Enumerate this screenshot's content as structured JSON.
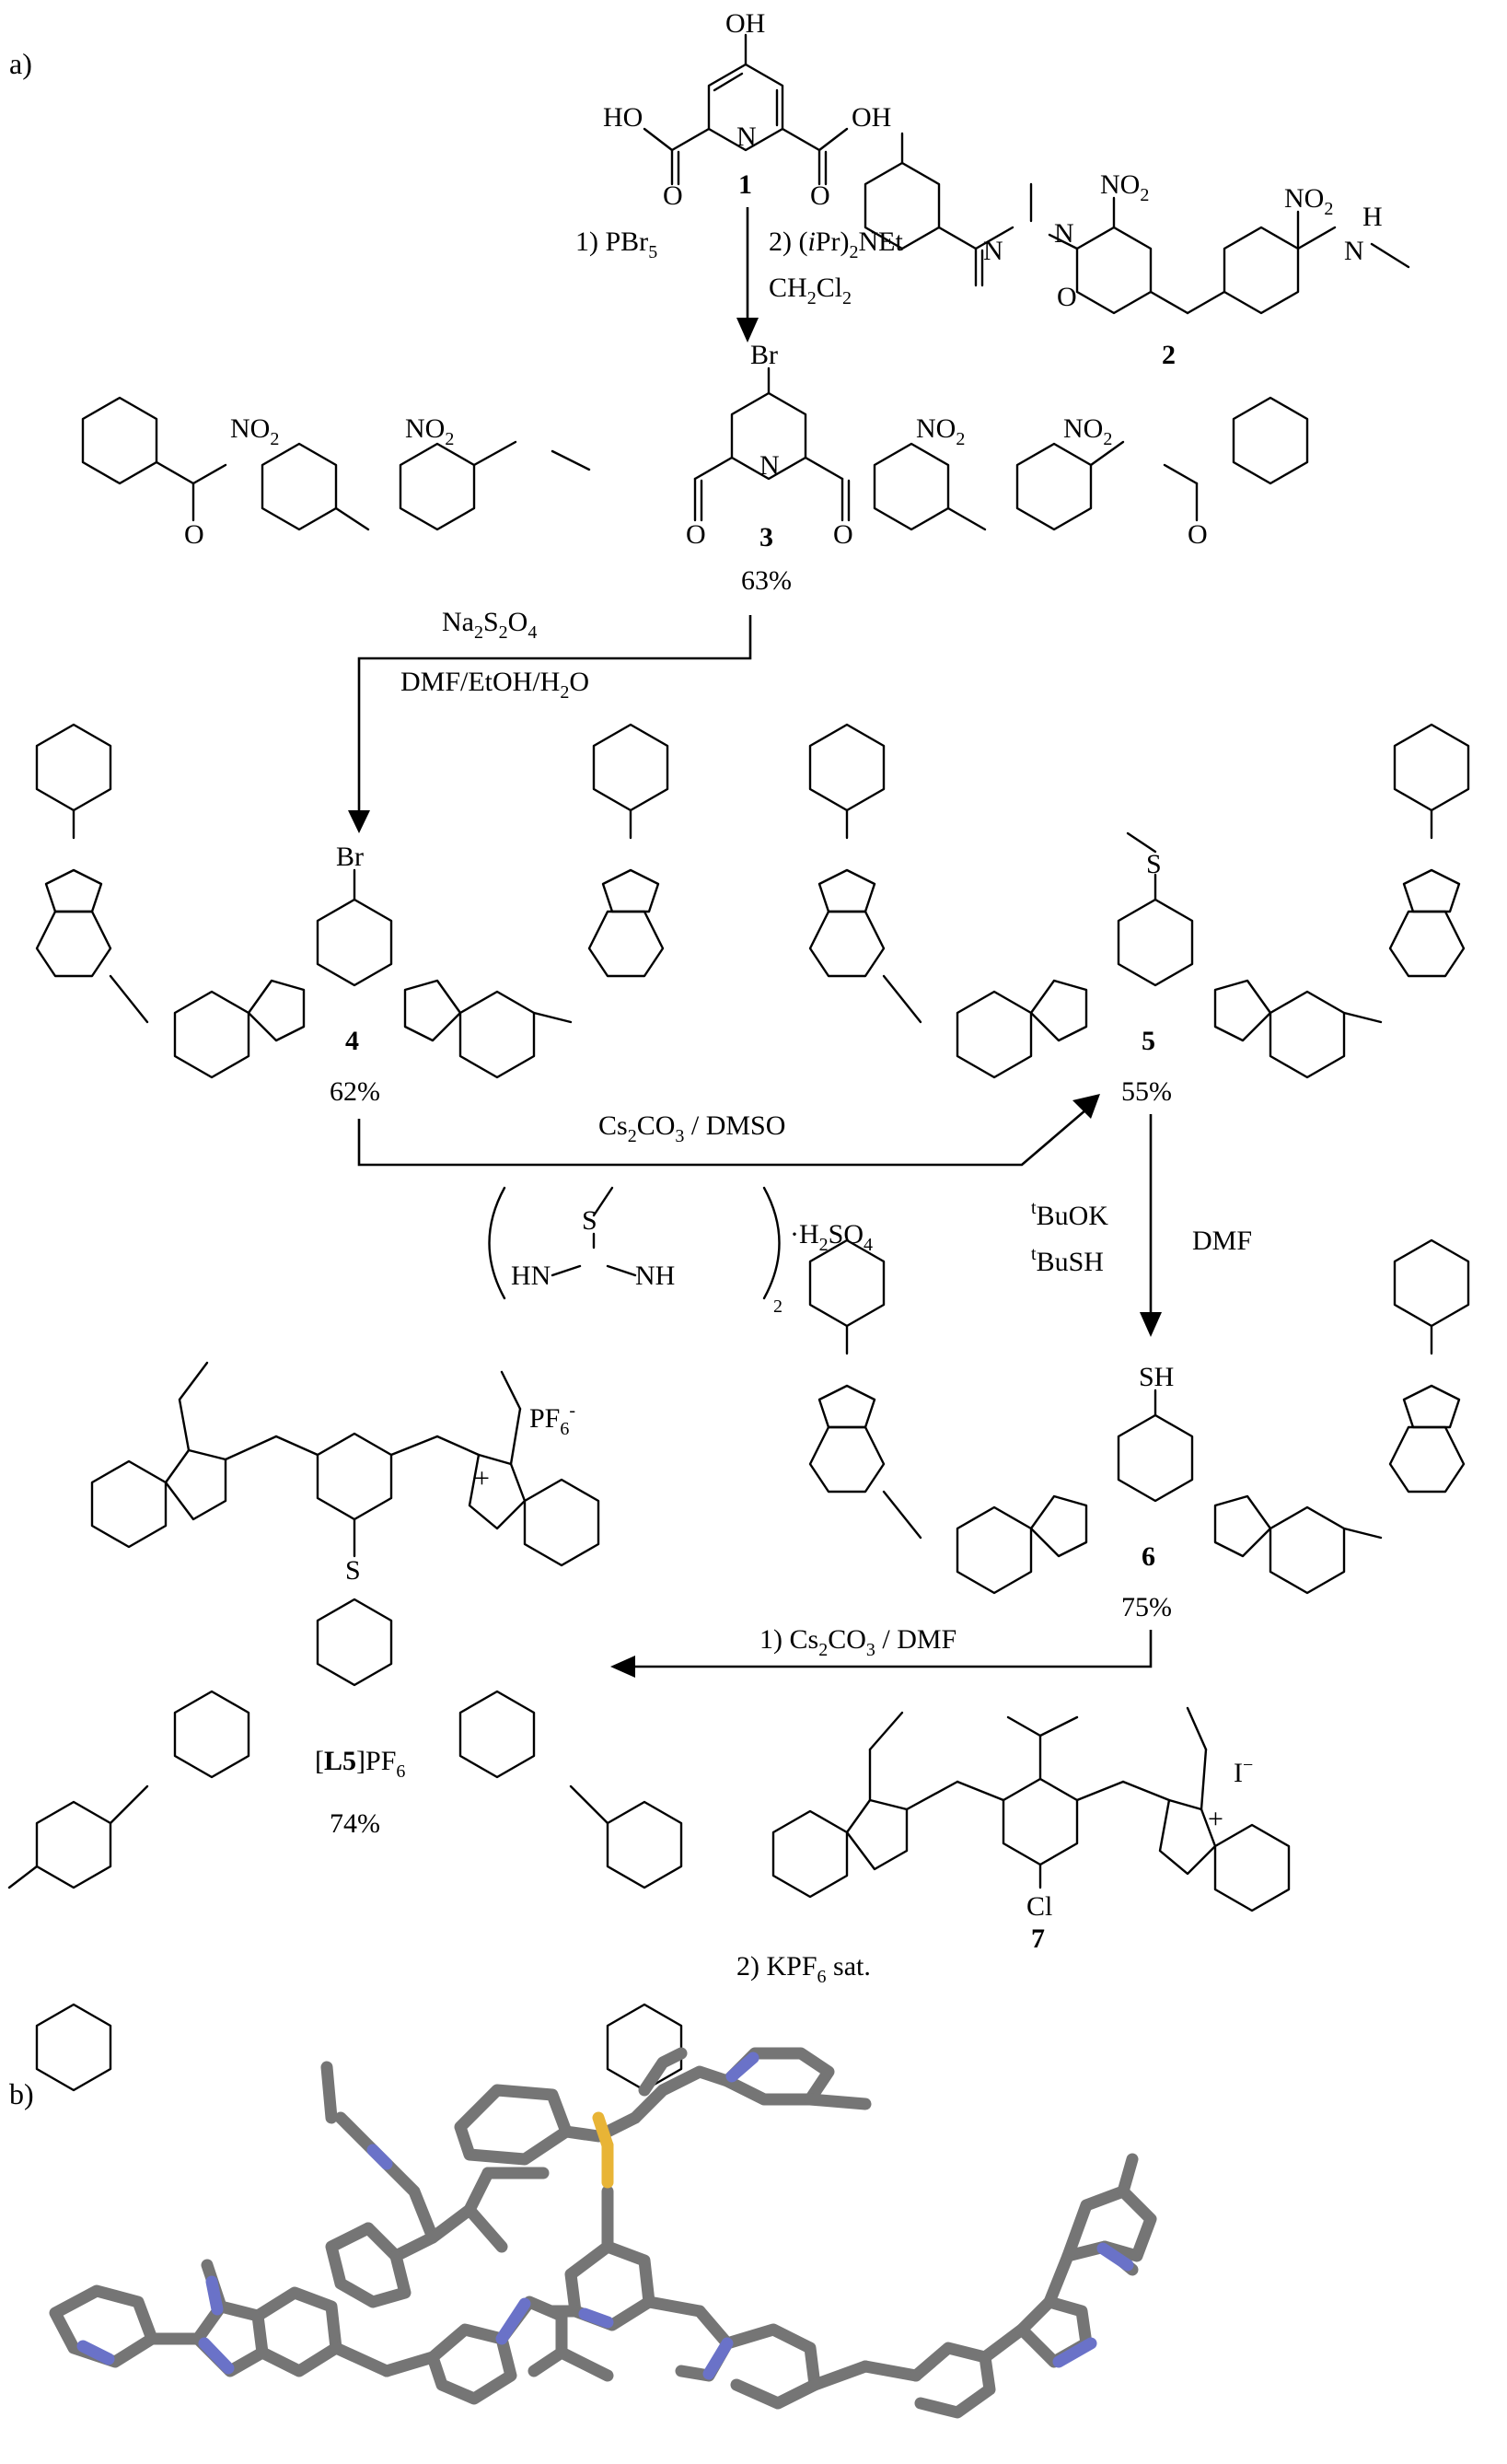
{
  "panels": {
    "a": "a)",
    "b": "b)"
  },
  "compounds": {
    "c1": {
      "number": "1",
      "oh": "OH",
      "left_acid": "HO",
      "right_acid": "OH",
      "n": "N"
    },
    "c2": {
      "number": "2",
      "no2": "NO",
      "nh": "H",
      "n": "N",
      "o": "O"
    },
    "c3": {
      "number": "3",
      "yield": "63%",
      "br": "Br",
      "no2": "NO",
      "o": "O",
      "n": "N"
    },
    "c4": {
      "number": "4",
      "yield": "62%",
      "br": "Br"
    },
    "c5": {
      "number": "5",
      "yield": "55%",
      "s": "S"
    },
    "c6": {
      "number": "6",
      "yield": "75%",
      "sh": "SH"
    },
    "c7": {
      "number": "7",
      "cl": "Cl",
      "counterion": "I"
    },
    "L5": {
      "label_open": "[",
      "label_bold": "L5",
      "label_close": "]PF",
      "yield": "74%",
      "counterion": "PF",
      "s": "S"
    }
  },
  "reagents": {
    "step1_a": "1) PBr",
    "step1_b": "2) (",
    "step1_b_italic": "i",
    "step1_b_rest": "Pr)",
    "step1_b_tail": "NEt",
    "step1_c": "CH",
    "step1_c_tail": "Cl",
    "step2_a": "Na",
    "step2_a_mid": "S",
    "step2_a_end": "O",
    "step2_b": "DMF/EtOH/H",
    "step2_b_end": "O",
    "step3": "Cs",
    "step3_mid": "CO",
    "step3_end": " / DMSO",
    "step3_reagent_s": "S",
    "step3_reagent_hn": "HN",
    "step3_reagent_nh": "NH",
    "step3_reagent_salt": "·H",
    "step3_reagent_salt_end": "SO",
    "step4_a": "BuOK",
    "step4_b": "BuSH",
    "step4_t": "t",
    "step4_solvent": "DMF",
    "step5_a": "1) Cs",
    "step5_a_mid": "CO",
    "step5_a_end": " / DMF",
    "step5_b": "2) KPF",
    "step5_b_end": " sat."
  },
  "subscripts": {
    "two": "2",
    "three": "3",
    "four": "4",
    "five": "5",
    "six": "6"
  },
  "charges": {
    "plus": "+",
    "minus": "−",
    "minus_small": "-"
  },
  "crystal_structure": {
    "element_colors": {
      "carbon": "#757575",
      "nitrogen": "#6a72c8",
      "sulfur": "#e8b436"
    }
  }
}
